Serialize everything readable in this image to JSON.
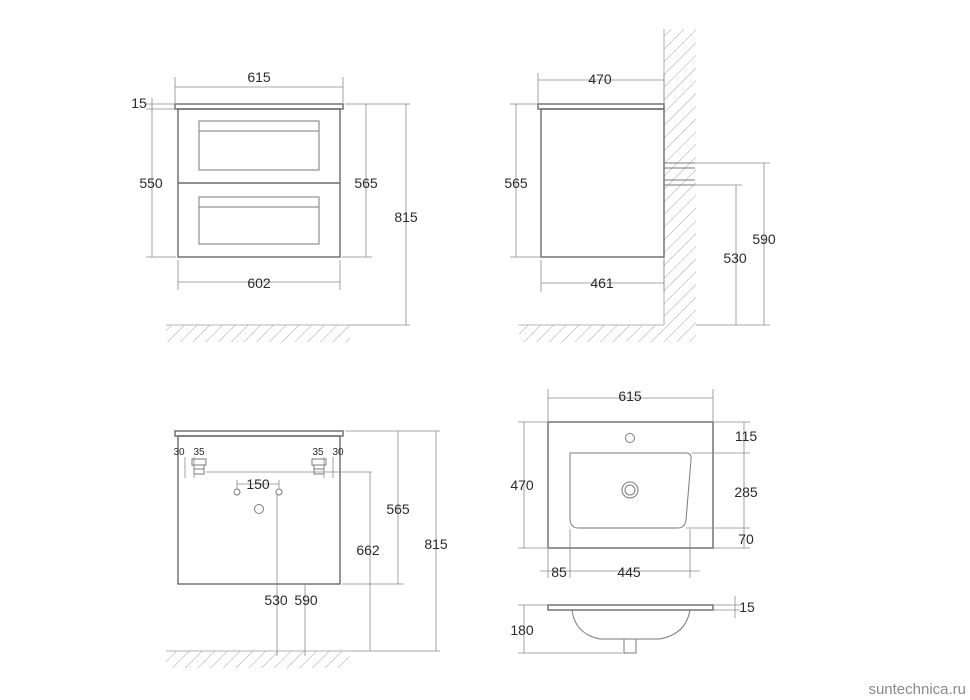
{
  "front_view": {
    "width_top": "615",
    "top_thickness": "15",
    "height_left": "550",
    "height_right": "565",
    "total_height": "815",
    "width_bottom": "602"
  },
  "side_view": {
    "depth_top": "470",
    "height": "565",
    "mount_height": "530",
    "total_height": "590",
    "depth_bottom": "461"
  },
  "back_view": {
    "left_offset_a": "30",
    "left_offset_b": "35",
    "right_offset_b": "35",
    "right_offset_a": "30",
    "hole_spacing": "150",
    "height_565": "565",
    "height_662": "662",
    "total_height": "815",
    "level_530": "530",
    "level_590": "590"
  },
  "sink_top_view": {
    "width": "615",
    "depth": "470",
    "dim_115": "115",
    "dim_285": "285",
    "dim_70": "70",
    "dim_85": "85",
    "dim_445": "445"
  },
  "sink_section_view": {
    "thickness": "15",
    "height": "180"
  },
  "watermark": "suntechnica.ru"
}
